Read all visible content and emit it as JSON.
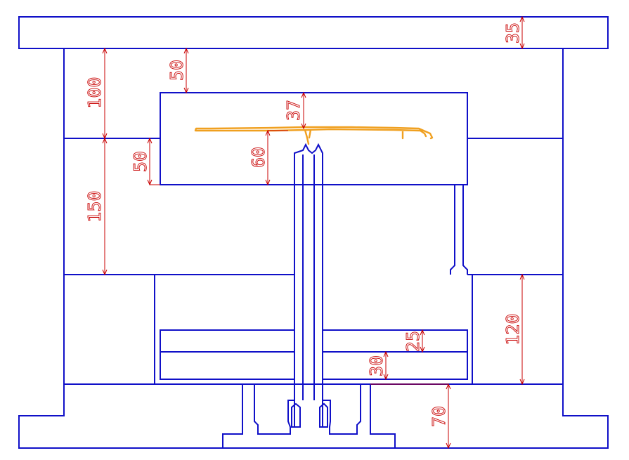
{
  "colors": {
    "background": "#ffffff",
    "mold_outline": "#1010c8",
    "dimension": "#c80000",
    "molded_part": "#f0a020"
  },
  "dimensions": {
    "top_clamp_plate": "35",
    "upper_left_height": "100",
    "clearance_above_cavity": "50",
    "top_wall_thickness": "37",
    "cavity_depth": "60",
    "insert_step": "50",
    "middle_plate_height": "150",
    "support_block_height": "120",
    "ejector_plate_upper": "25",
    "ejector_plate_lower": "30",
    "bottom_clamp_plate": "70"
  }
}
